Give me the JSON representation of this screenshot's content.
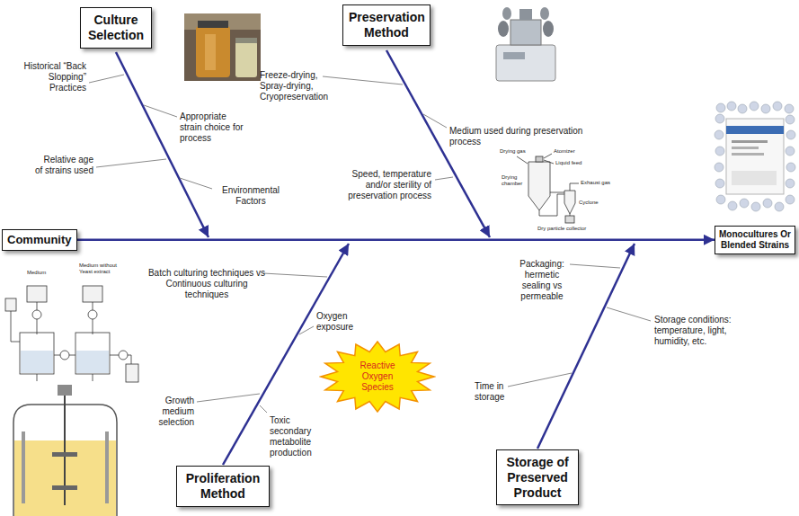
{
  "diagram": {
    "nodes": [
      {
        "text": [
          "Culture Selection"
        ]
      },
      {
        "text": [
          "Preservation Method"
        ]
      },
      {
        "text": [
          "Community"
        ]
      },
      {
        "text": [
          "Monocultures Or Blended Strains"
        ]
      },
      {
        "text": [
          "Reactive Oxygen Species"
        ]
      },
      {
        "text": [
          "Proliferation Method"
        ]
      },
      {
        "text": [
          "Storage of Preserved Product"
        ]
      }
    ],
    "edges": [
      {
        "from": 2,
        "to": 3,
        "arrow": "to"
      }
    ],
    "labels": [
      "Historical “Back Slopping” Practices",
      "Appropriate strain choice for process",
      "Relative age of strains used",
      "Environmental Factors",
      "Freeze-drying, Spray-drying, Cryopreservation",
      "Medium used during preservation process",
      "Speed, temperature and/or sterility of preservation process",
      "Drying gas",
      "Atomizer",
      "Liquid feed",
      "Drying chamber",
      "Exhaust gas",
      "Cyclone",
      "Dry particle collector",
      "Batch culturing techniques vs Continuous culturing techniques",
      "Oxygen exposure",
      "Growth medium selection",
      "Toxic secondary metabolite production",
      "Packaging: hermetic sealing vs permeable",
      "Storage conditions: temperature, light, humidity, etc.",
      "Time in storage",
      "Medium",
      "Medium without Yeast extract"
    ]
  }
}
